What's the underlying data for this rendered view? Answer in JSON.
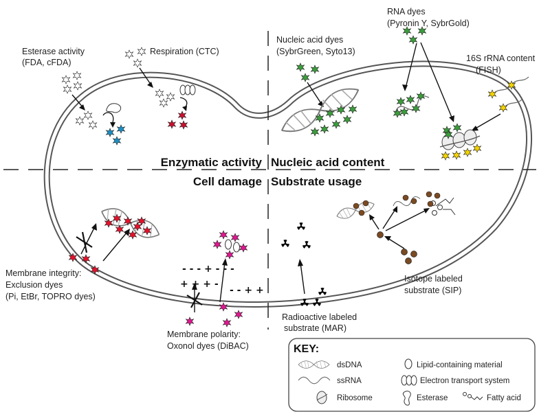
{
  "quadrants": {
    "top_left": "Enzymatic activity",
    "top_right": "Nucleic acid content",
    "bottom_left": "Cell damage",
    "bottom_right": "Substrate usage"
  },
  "labels": {
    "esterase": [
      "Esterase activity",
      "(FDA, cFDA)"
    ],
    "respiration": "Respiration (CTC)",
    "nucleic_dyes": [
      "Nucleic acid dyes",
      "(SybrGreen, Syto13)"
    ],
    "rna_dyes": [
      "RNA dyes",
      "(Pyronin Y, SybrGold)"
    ],
    "rrna": [
      "16S rRNA content",
      "(FISH)"
    ],
    "membrane_integrity": [
      "Membrane integrity:",
      "Exclusion dyes",
      "(Pi, EtBr, TOPRO dyes)"
    ],
    "membrane_polarity": [
      "Membrane polarity:",
      "Oxonol dyes (DiBAC)"
    ],
    "radioactive": [
      "Radioactive labeled",
      "substrate (MAR)"
    ],
    "isotope": [
      "Isotope labeled",
      "substrate (SIP)"
    ]
  },
  "charges": {
    "row1": "- - - + - - -",
    "row2": "+ + + -",
    "row3": "- - + +"
  },
  "key": {
    "title": "KEY:",
    "items": [
      {
        "name": "dsDNA",
        "icon": "dsdna-icon"
      },
      {
        "name": "Lipid-containing material",
        "icon": "lipid-icon"
      },
      {
        "name": "ssRNA",
        "icon": "ssrna-icon"
      },
      {
        "name": "Electron transport system",
        "icon": "ets-icon"
      },
      {
        "name": "Ribosome",
        "icon": "ribosome-icon"
      },
      {
        "name": "Esterase",
        "icon": "esterase-icon"
      },
      {
        "name": "Fatty acid",
        "icon": "fatty-acid-icon"
      }
    ]
  },
  "colors": {
    "esterase_product": "#1a8fc4",
    "ctc_product": "#c8102e",
    "nucleic": "#3a9d3a",
    "rrna_probe": "#f2d200",
    "pi": "#e8102a",
    "dibac": "#e0168f",
    "isotope": "#7a4a22",
    "outline": "#444444"
  }
}
